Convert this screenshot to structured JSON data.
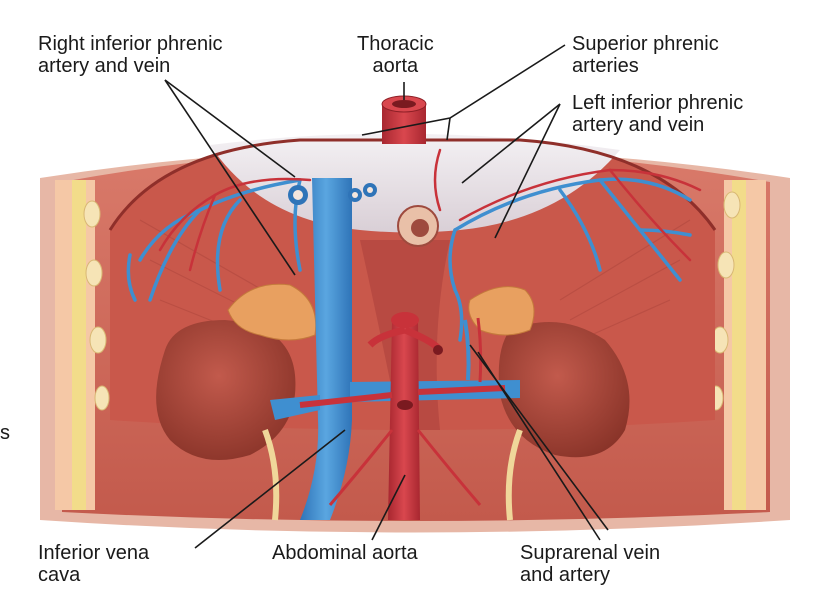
{
  "labels": {
    "right_inferior_phrenic": [
      "Right inferior phrenic",
      "artery and vein"
    ],
    "thoracic_aorta": [
      "Thoracic",
      "aorta"
    ],
    "superior_phrenic": [
      "Superior phrenic",
      "arteries"
    ],
    "left_inferior_phrenic": [
      "Left inferior phrenic",
      "artery and vein"
    ],
    "inferior_vena_cava": [
      "Inferior vena",
      "cava"
    ],
    "abdominal_aorta": [
      "Abdominal aorta"
    ],
    "suprarenal": [
      "Suprarenal vein",
      "and artery"
    ],
    "stray_edge_text": "s"
  },
  "colors": {
    "artery": "#c8323a",
    "vein": "#3f8fd0",
    "muscle": "#c85a4e",
    "muscle_dark": "#a33d36",
    "kidney": "#a4453a",
    "adrenal": "#e8a060",
    "diaphragm_tendon": "#e8e3e8",
    "bone": "#f0d79a",
    "leader": "#1a1a1a"
  }
}
